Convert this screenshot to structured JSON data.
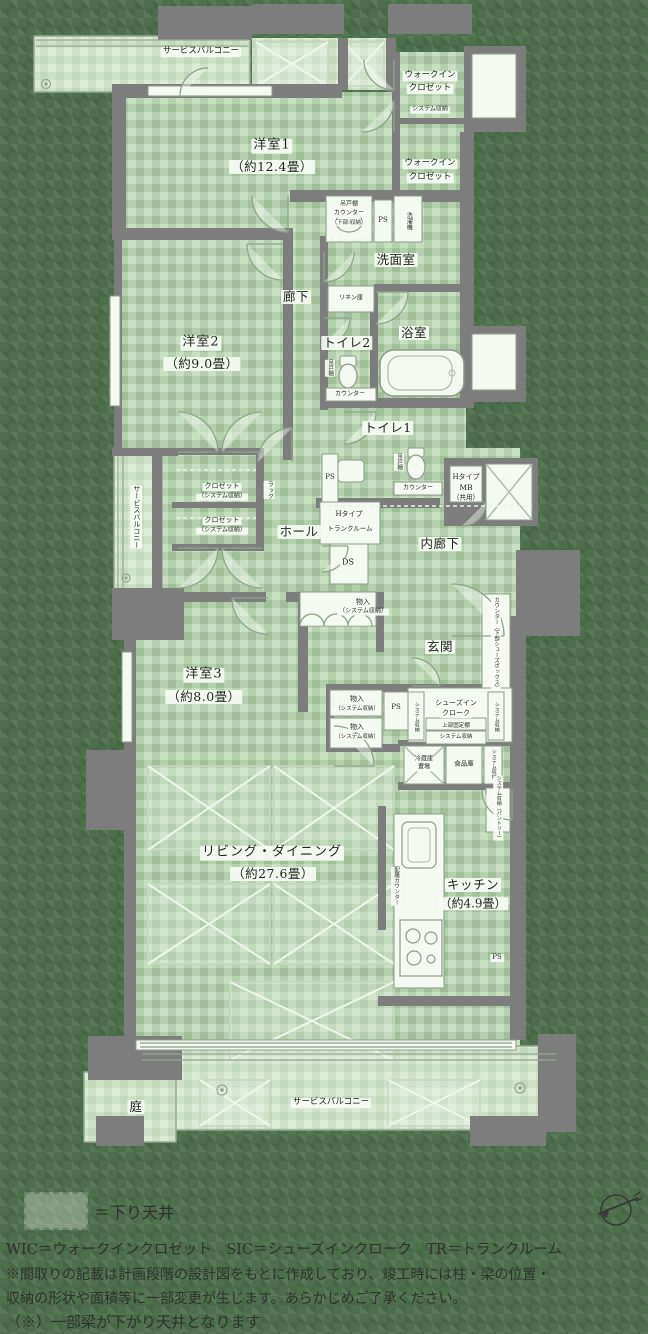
{
  "colors": {
    "background": "#4e6f4b",
    "wall": "#7d7d7d",
    "room_fill": "#b5d0ae",
    "balcony_fill": "#cfe2c8",
    "fixture_fill": "#f4f9f2",
    "text": "#1c241c",
    "legend_text": "#303030"
  },
  "rooms": {
    "yoshitsu1": {
      "name": "洋室1",
      "size": "（約12.4畳）"
    },
    "yoshitsu2": {
      "name": "洋室2",
      "size": "（約9.0畳）"
    },
    "yoshitsu3": {
      "name": "洋室3",
      "size": "（約8.0畳）"
    },
    "living": {
      "name": "リビング・ダイニング",
      "size": "（約27.6畳）"
    },
    "kitchen": {
      "name": "キッチン",
      "size": "（約4.9畳）"
    },
    "senmen": {
      "name": "洗面室"
    },
    "yokushitsu": {
      "name": "浴室"
    },
    "toilet1": {
      "name": "トイレ1"
    },
    "toilet2": {
      "name": "トイレ2"
    },
    "rouka": {
      "name": "廊下"
    },
    "hall": {
      "name": "ホール"
    },
    "uchirouka": {
      "name": "内廊下"
    },
    "genkan": {
      "name": "玄関"
    },
    "niwa": {
      "name": "庭"
    }
  },
  "features": {
    "svc_balcony": "サービスバルコニー",
    "wic_line1": "ウォークイン",
    "wic_line2": "クロゼット",
    "system_storage": "システム収納",
    "closet": "クロゼット",
    "closet_sub": "（システム収納）",
    "mono": "物入",
    "mono_sub": "（システム収納）",
    "ps": "PS",
    "ds": "DS",
    "linen": "リネン庫",
    "counter": "カウンター",
    "counter_sub": "（下部:収納）",
    "tsuridana": "吊戸棚",
    "washer": "洗濯機",
    "mb_l1": "Hタイプ",
    "mb_l2": "MB",
    "mb_l3": "（共用）",
    "tr_l1": "Hタイプ",
    "tr_l2": "トランクルーム",
    "rack": "ラック",
    "shoes_l1": "シューズイン",
    "shoes_l2": "クローク",
    "upper_shelf": "上部固定棚",
    "shoes_counter": "カウンター（下部シューズボックス）",
    "fridge_l1": "冷蔵庫",
    "fridge_l2": "置場",
    "pantry_box": "食品庫",
    "pantry_v": "システム収納（パントリー）",
    "serving_counter": "配膳カウンター"
  },
  "legend": {
    "dashed_label": "＝下り天井",
    "abbr": "WIC＝ウォークインクロゼット　SIC＝シューズインクローク　TR＝トランクルーム",
    "note1": "※間取りの記載は計画段階の設計図をもとに作成しており、竣工時には柱・梁の位置・",
    "note2": "収納の形状や面積等に一部変更が生じます。あらかじめご了承ください。",
    "note3": "（※）一部梁が下がり天井となります"
  }
}
